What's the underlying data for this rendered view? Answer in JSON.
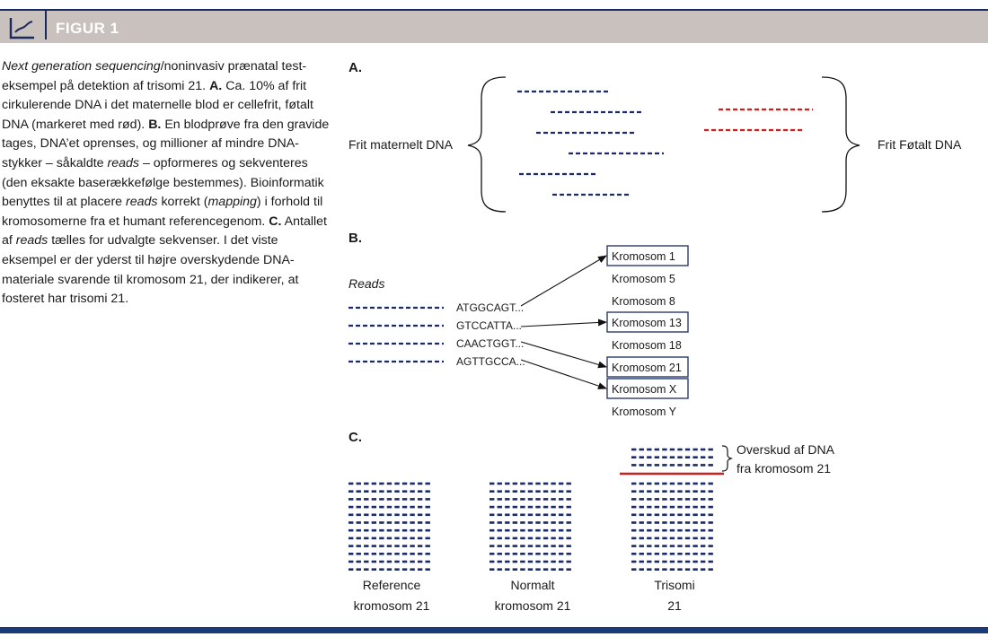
{
  "header": {
    "title": "FIGUR 1",
    "icon": "line-chart-icon"
  },
  "caption": {
    "segments": [
      {
        "t": "Next generation sequencing",
        "s": "i"
      },
      {
        "t": "/noninvasiv prænatal test-eksempel på detektion af trisomi 21. ",
        "s": ""
      },
      {
        "t": "A.",
        "s": "b"
      },
      {
        "t": " Ca. 10% af frit cirkulerende DNA i det maternelle blod er cellefrit, føtalt DNA (markeret med rød). ",
        "s": ""
      },
      {
        "t": "B.",
        "s": "b"
      },
      {
        "t": " En blodprøve fra den gravide tages, DNA’et oprenses, og millioner af mindre DNA-stykker – såkaldte ",
        "s": ""
      },
      {
        "t": "reads",
        "s": "i"
      },
      {
        "t": "  – opformeres og sekventeres (den eksakte baserækkefølge bestemmes). Bioinformatik benyttes til at placere ",
        "s": ""
      },
      {
        "t": "reads",
        "s": "i"
      },
      {
        "t": " korrekt (",
        "s": ""
      },
      {
        "t": "mapping",
        "s": "i"
      },
      {
        "t": ") i forhold til kromosomerne fra et humant referencegenom. ",
        "s": ""
      },
      {
        "t": "C.",
        "s": "b"
      },
      {
        "t": " Antallet af ",
        "s": ""
      },
      {
        "t": "reads",
        "s": "i"
      },
      {
        "t": " tælles for udvalgte sekvenser. I det viste eksempel er der yderst til højre overskydende DNA-materiale svarende til kromosom 21, der indikerer, at fosteret har trisomi 21.",
        "s": ""
      }
    ]
  },
  "colors": {
    "navy": "#1b2a6b",
    "red": "#c8201e",
    "header_bg": "#c8c1bd",
    "bottom_bar": "#1b3a7a"
  },
  "panel_a": {
    "label": "A.",
    "maternal_label": "Frit maternelt DNA",
    "fetal_label": "Frit Føtalt DNA",
    "maternal_fragments": 6,
    "fetal_fragments": 2
  },
  "panel_b": {
    "label": "B.",
    "reads_label": "Reads",
    "reads": [
      "ATGGCAGT...",
      "GTCCATTA...",
      "CAACTGGT...",
      "AGTTGCCA..."
    ],
    "chromosomes": [
      {
        "name": "Kromosom 1",
        "boxed": true
      },
      {
        "name": "Kromosom 5",
        "boxed": false
      },
      {
        "name": "Kromosom 8",
        "boxed": false
      },
      {
        "name": "Kromosom 13",
        "boxed": true
      },
      {
        "name": "Kromosom 18",
        "boxed": false
      },
      {
        "name": "Kromosom 21",
        "boxed": true
      },
      {
        "name": "Kromosom X",
        "boxed": true
      },
      {
        "name": "Kromosom Y",
        "boxed": false
      }
    ],
    "mappings": [
      {
        "read": 0,
        "chromosome": 0
      },
      {
        "read": 1,
        "chromosome": 3
      },
      {
        "read": 2,
        "chromosome": 5
      },
      {
        "read": 3,
        "chromosome": 6
      }
    ]
  },
  "panel_c": {
    "label": "C.",
    "groups": [
      {
        "label_1": "Reference",
        "label_2": "kromosom 21",
        "rows": 12,
        "extra_rows": 0
      },
      {
        "label_1": "Normalt",
        "label_2": "kromosom 21",
        "rows": 12,
        "extra_rows": 0
      },
      {
        "label_1": "Trisomi",
        "label_2": "21",
        "rows": 12,
        "extra_rows": 3
      }
    ],
    "dashes_per_row": 11,
    "excess_label_1": "Overskud af DNA",
    "excess_label_2": "fra kromosom 21"
  }
}
